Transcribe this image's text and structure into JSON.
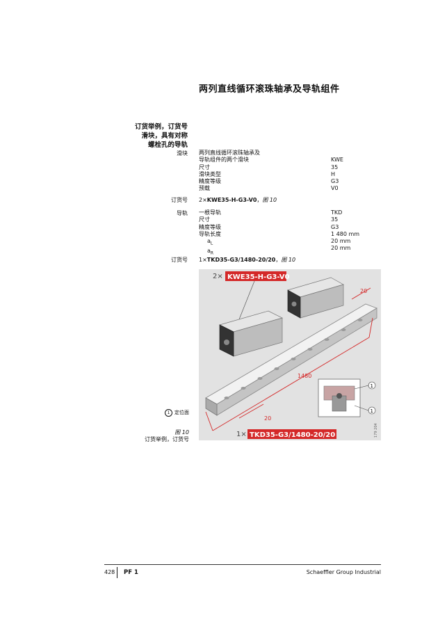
{
  "title": "两列直线循环滚珠轴承及导轨组件",
  "section": [
    "订货举例，订货号",
    "滑块，具有对称",
    "螺栓孔的导轨"
  ],
  "carriage": {
    "label": "滑块",
    "rows": [
      {
        "text": "两列直线循环滚珠轴承及",
        "value": ""
      },
      {
        "text": "导轨组件的两个滑块",
        "value": "KWE"
      },
      {
        "text": "尺寸",
        "value": "35"
      },
      {
        "text": "滑块类型",
        "value": "H"
      },
      {
        "text": "精度等级",
        "value": "G3"
      },
      {
        "text": "预载",
        "value": "V0"
      }
    ],
    "order_label": "订货号",
    "order_prefix": "2×",
    "order_code": "KWE35-H-G3-V0",
    "order_sep": "，",
    "order_fig": "图 10"
  },
  "rail": {
    "label": "导轨",
    "rows": [
      {
        "text": "一根导轨",
        "value": "TKD"
      },
      {
        "text": "尺寸",
        "value": "35"
      },
      {
        "text": "精度等级",
        "value": "G3"
      },
      {
        "text": "导轨长度",
        "value": "1 480 mm"
      },
      {
        "text": "a",
        "sub": "L",
        "value": "20 mm"
      },
      {
        "text": "a",
        "sub": "R",
        "value": "20 mm"
      }
    ],
    "order_label": "订货号",
    "order_prefix": "1×",
    "order_code": "TKD35-G3/1480-20/20",
    "order_sep": "，",
    "order_fig": "图 10"
  },
  "figure": {
    "top_prefix": "2×",
    "top_code": "KWE35-H-G3-V0",
    "bottom_prefix": "1×",
    "bottom_code": "TKD35-G3/1480-20/20",
    "dim_length": "1480",
    "dim_left": "20",
    "dim_right": "20",
    "callout": "1",
    "code": "179 204",
    "colors": {
      "accent": "#d42828",
      "bg": "#e2e2e2"
    }
  },
  "legend_num": "1",
  "legend_text": "定位面",
  "caption_fig": "图 10",
  "caption_text": "订货举例，订货号",
  "footer": {
    "page": "428",
    "pf": "PF 1",
    "brand": "Schaeffler Group Industrial"
  }
}
